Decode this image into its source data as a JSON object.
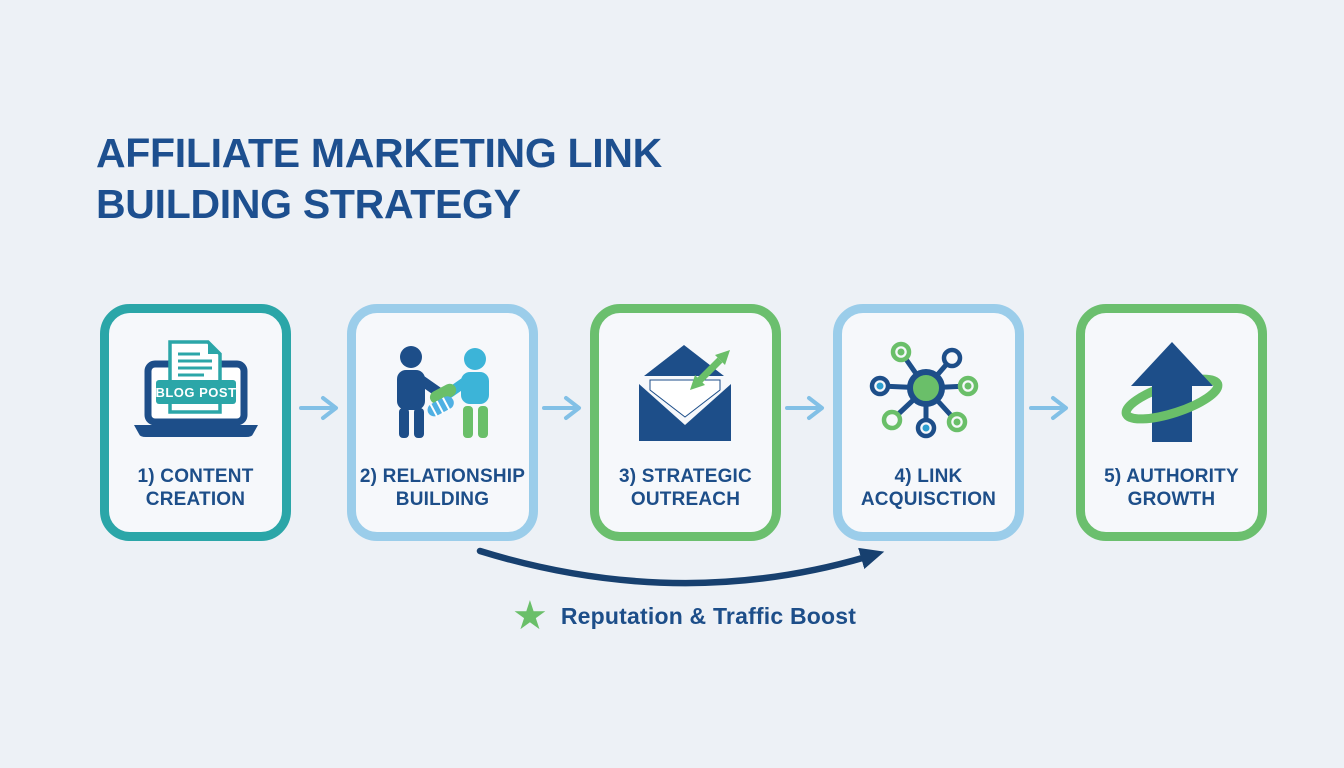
{
  "page": {
    "background": "#edf1f6"
  },
  "title": {
    "line1": "AFFILIATE MARKETING LINK",
    "line2": "BUILDING STRATEGY",
    "color": "#1d4f8f"
  },
  "steps": [
    {
      "label_line1": "1) CONTENT",
      "label_line2": "CREATION",
      "icon": "laptop-blog-post-icon",
      "border_color": "#2ba6a8",
      "badge": "BLOG POST"
    },
    {
      "label_line1": "2) RELATIONSHIP",
      "label_line2": "BUILDING",
      "icon": "handshake-people-icon",
      "border_color": "#9bcdea"
    },
    {
      "label_line1": "3) STRATEGIC",
      "label_line2": "OUTREACH",
      "icon": "outreach-envelope-icon",
      "border_color": "#6bbf6e"
    },
    {
      "label_line1": "4) LINK",
      "label_line2": "ACQUISCTION",
      "icon": "link-network-icon",
      "border_color": "#9bcdea"
    },
    {
      "label_line1": "5) AUTHORITY",
      "label_line2": "GROWTH",
      "icon": "authority-growth-icon",
      "border_color": "#6bbf6e"
    }
  ],
  "connectors": {
    "flow_arrow_color": "#82c0e6",
    "loop_arrow_color": "#17406f"
  },
  "footer": {
    "caption": "Reputation & Traffic Boost",
    "star_color": "#6abf69",
    "text_color": "#1d4e89"
  },
  "colors": {
    "navy": "#1d4e89",
    "teal": "#2ba6a8",
    "green": "#6abf69",
    "light_blue": "#9bcdea",
    "cyan": "#3cb4d8",
    "hand_blue": "#4fb0e3"
  }
}
